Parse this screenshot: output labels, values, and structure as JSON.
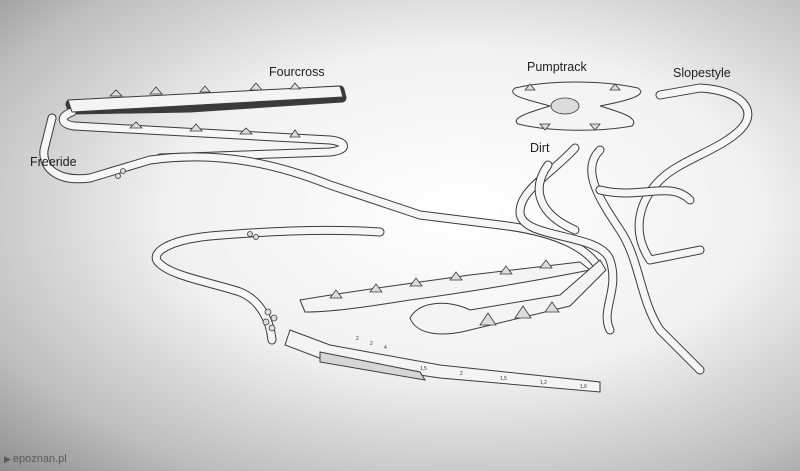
{
  "labels": {
    "fourcross": "Fourcross",
    "pumptrack": "Pumptrack",
    "slopestyle": "Slopestyle",
    "dirt": "Dirt",
    "freeride": "Freeride"
  },
  "watermark": "epoznan.pl",
  "colors": {
    "background": "#e9e9e9",
    "track_stroke": "#3b3b3b",
    "track_fill": "#f4f4f4"
  }
}
